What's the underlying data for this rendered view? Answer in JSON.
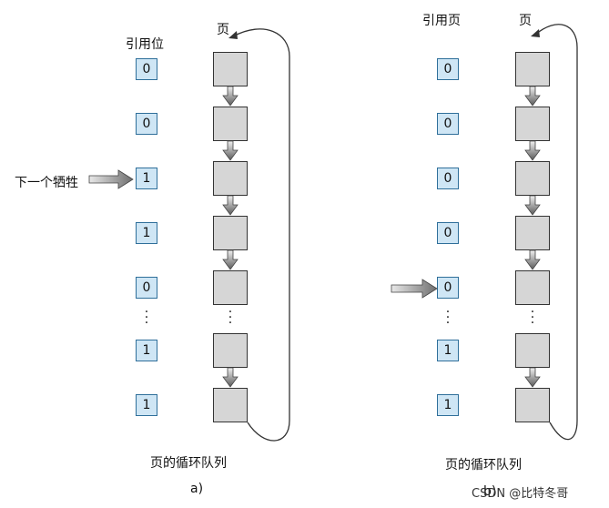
{
  "panel_a": {
    "ref_header": "引用位",
    "page_header": "页",
    "ref_bits": [
      "0",
      "0",
      "1",
      "1",
      "0",
      "1",
      "1"
    ],
    "next_victim_label": "下一个牺牲",
    "ellipsis": "⋮",
    "queue_caption": "页的循环队列",
    "sub_label": "a)"
  },
  "panel_b": {
    "ref_header": "引用页",
    "page_header": "页",
    "ref_bits": [
      "0",
      "0",
      "0",
      "0",
      "0",
      "1",
      "1"
    ],
    "ellipsis": "⋮",
    "queue_caption": "页的循环队列",
    "sub_label": "b)"
  },
  "watermark": "CSDN @比特冬哥"
}
